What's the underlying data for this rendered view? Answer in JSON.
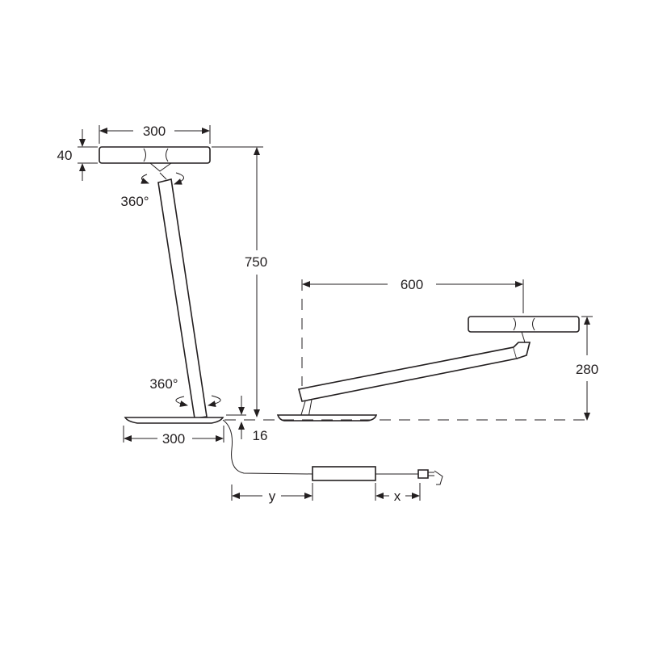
{
  "figure": {
    "dimensions": {
      "head_width_upright": "300",
      "head_height": "40",
      "rotation_head": "360°",
      "total_height": "750",
      "rotation_base": "360°",
      "base_width": "300",
      "base_height": "16",
      "reach": "600",
      "height_folded": "280",
      "cable_y": "y",
      "cable_x": "x"
    },
    "colors": {
      "ink": "#231f20",
      "background": "#ffffff"
    }
  }
}
